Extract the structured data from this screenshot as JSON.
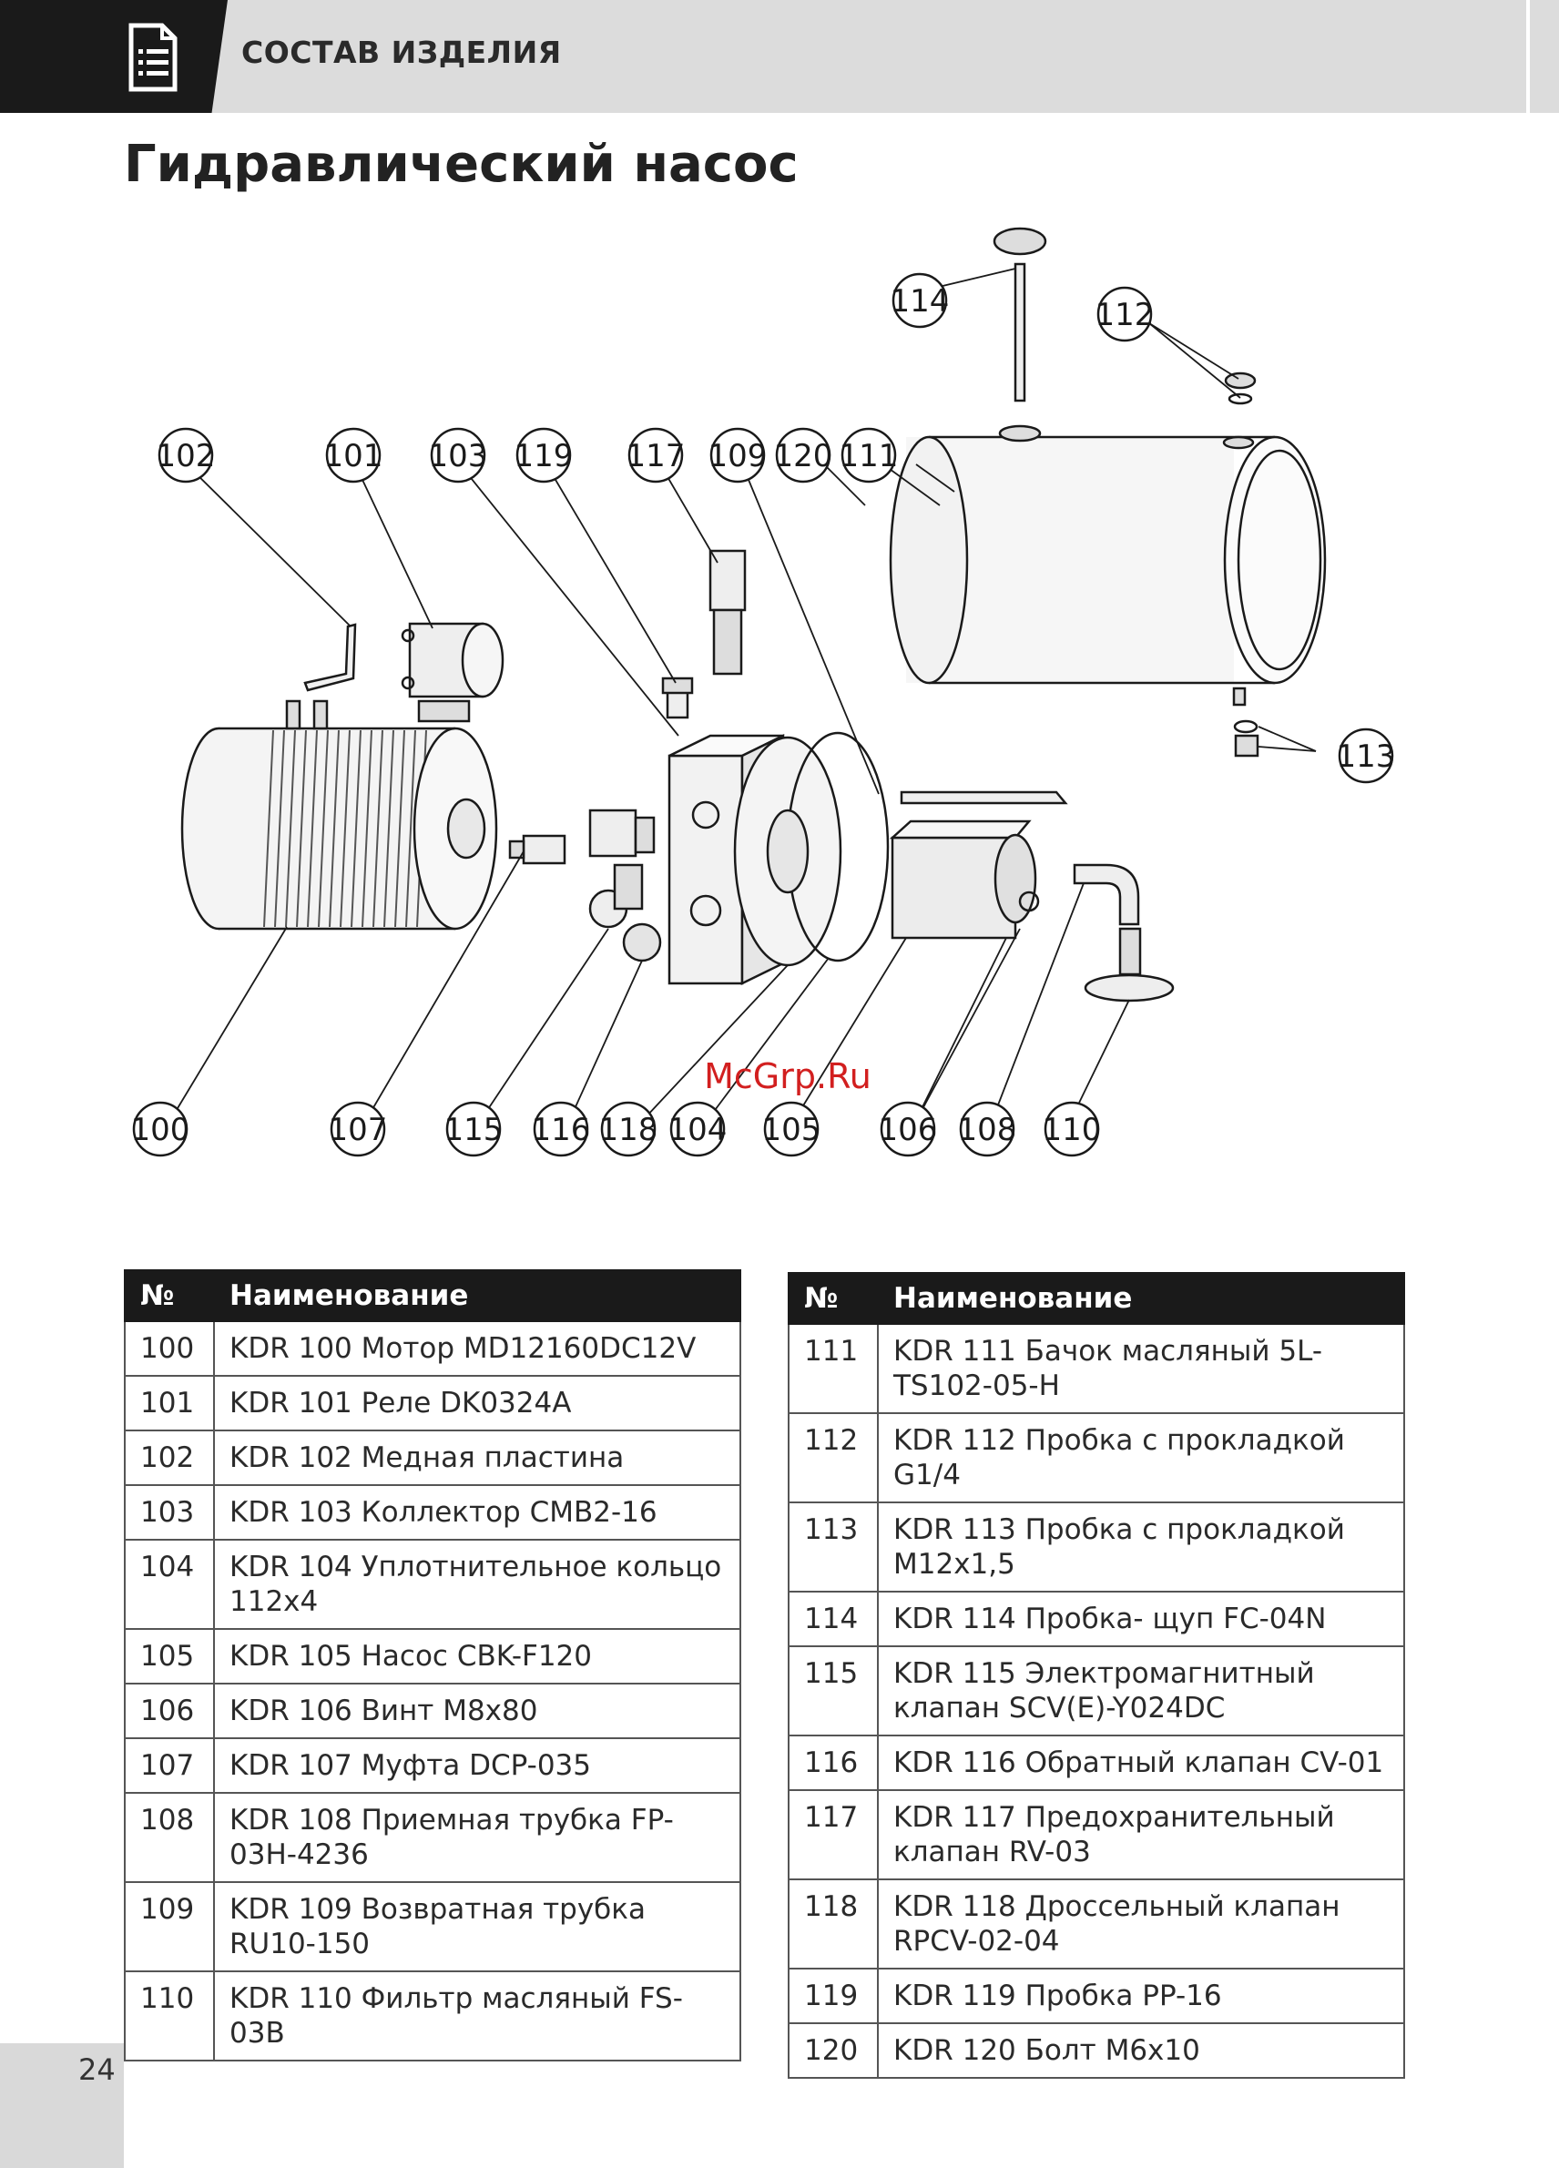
{
  "header": {
    "section_title": "СОСТАВ ИЗДЕЛИЯ",
    "icon": "document-list-icon"
  },
  "page_title": "Гидравлический насос",
  "diagram": {
    "watermark": "McGrp.Ru",
    "callouts": {
      "c100": "100",
      "c101": "101",
      "c102": "102",
      "c103": "103",
      "c104": "104",
      "c105": "105",
      "c106": "106",
      "c107": "107",
      "c108": "108",
      "c109": "109",
      "c110": "110",
      "c111": "111",
      "c112": "112",
      "c113": "113",
      "c114": "114",
      "c115": "115",
      "c116": "116",
      "c117": "117",
      "c118": "118",
      "c119": "119",
      "c120": "120"
    }
  },
  "table_left": {
    "header_num": "№",
    "header_name": "Наименование",
    "rows": [
      {
        "num": "100",
        "name": "KDR 100 Мотор MD12160DC12V"
      },
      {
        "num": "101",
        "name": "KDR 101 Реле DK0324A"
      },
      {
        "num": "102",
        "name": "KDR 102 Медная пластина"
      },
      {
        "num": "103",
        "name": "KDR 103 Коллектор CMB2-16"
      },
      {
        "num": "104",
        "name": "KDR 104 Уплотнительное кольцо 112x4"
      },
      {
        "num": "105",
        "name": "KDR 105 Насос CBK-F120"
      },
      {
        "num": "106",
        "name": "KDR 106 Винт M8x80"
      },
      {
        "num": "107",
        "name": "KDR 107 Муфта DCP-035"
      },
      {
        "num": "108",
        "name": "KDR 108 Приемная трубка FP-03H-4236"
      },
      {
        "num": "109",
        "name": "KDR 109 Возвратная трубка RU10-150"
      },
      {
        "num": "110",
        "name": "KDR 110 Фильтр масляный FS-03B"
      }
    ]
  },
  "table_right": {
    "header_num": "№",
    "header_name": "Наименование",
    "rows": [
      {
        "num": "111",
        "name": "KDR 111 Бачок масляный 5L-TS102-05-H"
      },
      {
        "num": "112",
        "name": "KDR 112 Пробка с прокладкой G1/4"
      },
      {
        "num": "113",
        "name": "KDR 113 Пробка с прокладкой M12x1,5"
      },
      {
        "num": "114",
        "name": "KDR 114 Пробка- щуп FC-04N"
      },
      {
        "num": "115",
        "name": "KDR 115 Электромагнитный клапан SCV(E)-Y024DC"
      },
      {
        "num": "116",
        "name": "KDR 116 Обратный клапан CV-01"
      },
      {
        "num": "117",
        "name": "KDR 117 Предохранительный клапан RV-03"
      },
      {
        "num": "118",
        "name": "KDR 118 Дроссельный клапан RPCV-02-04"
      },
      {
        "num": "119",
        "name": "KDR 119 Пробка PP-16"
      },
      {
        "num": "120",
        "name": "KDR 120 Болт M6x10"
      }
    ]
  },
  "page_number": "24"
}
